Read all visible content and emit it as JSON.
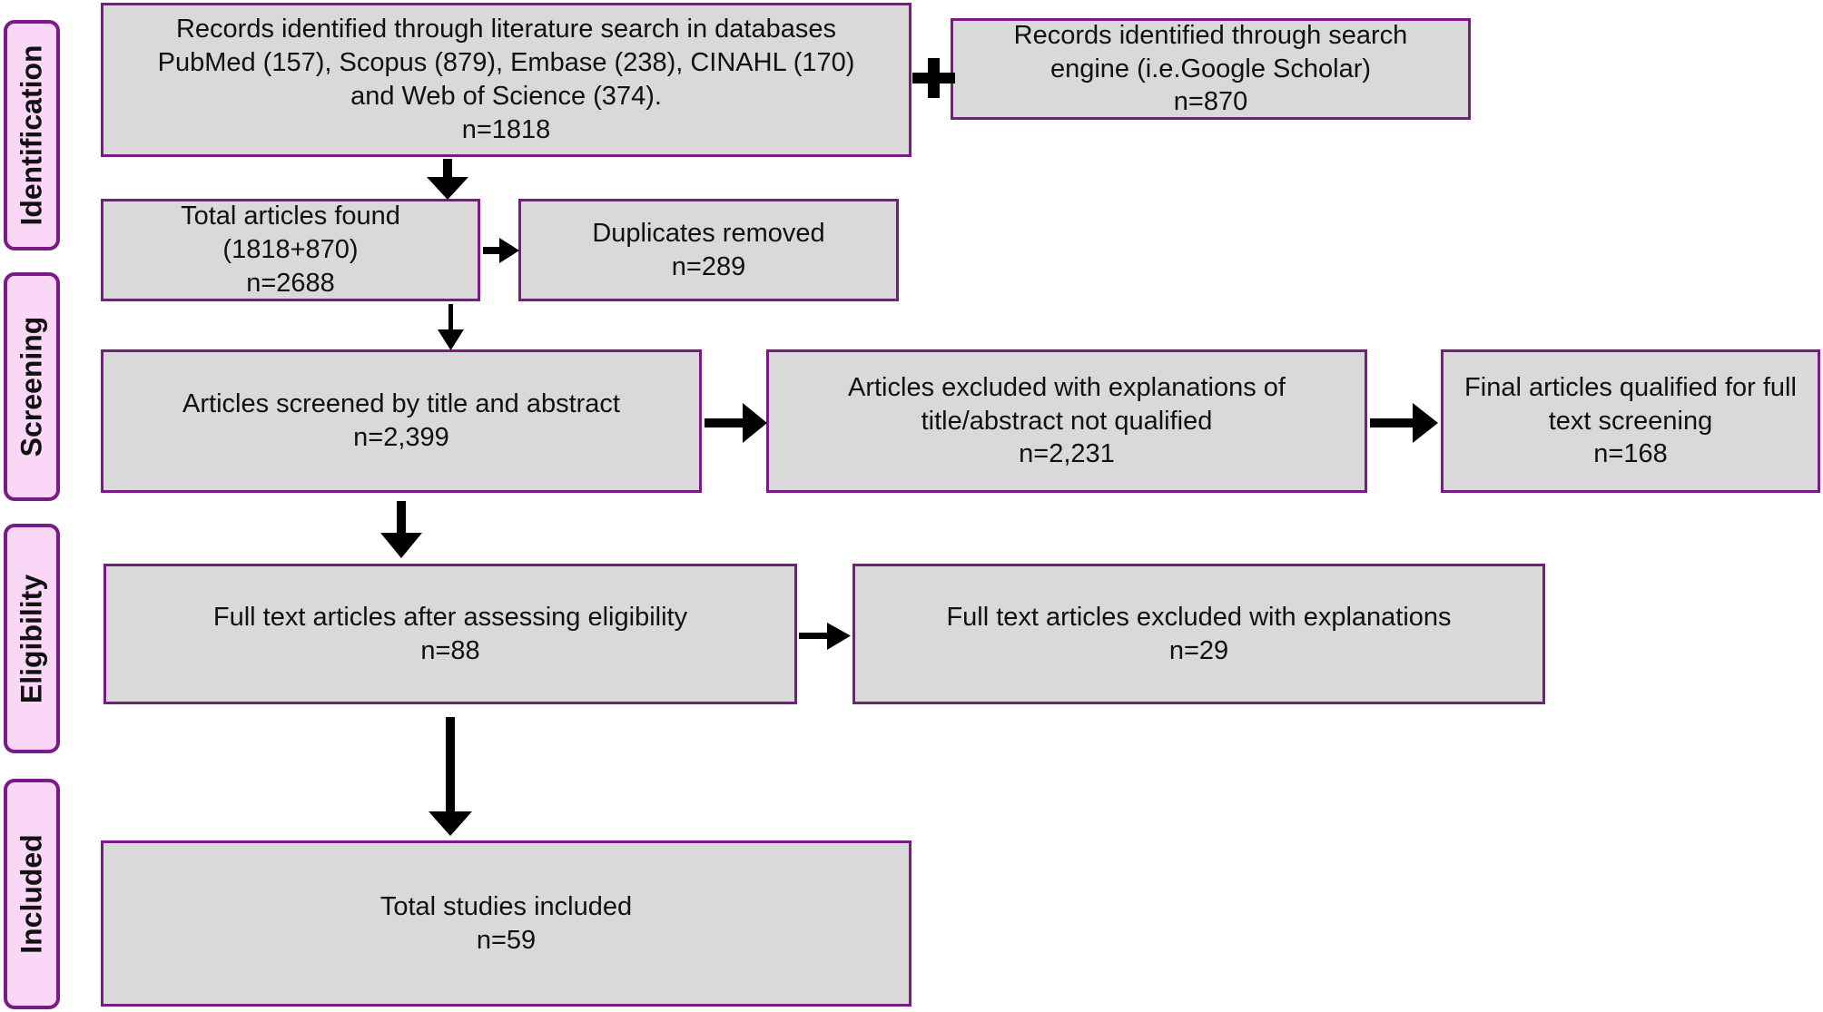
{
  "colors": {
    "phase_fill": "#fbd7f7",
    "border": "#7a1a86",
    "box_fill": "#d9d9d9",
    "arrow": "#000000"
  },
  "phases": {
    "identification": "Identification",
    "screening": "Screening",
    "eligibility": "Eligibility",
    "included": "Included"
  },
  "boxes": {
    "records_databases": "Records identified through literature  search in databases\nPubMed (157), Scopus (879), Embase (238), CINAHL (170)\nand Web of Science (374).\nn=1818",
    "records_search_engine": "Records identified through search\nengine (i.e.Google Scholar)\nn=870",
    "total_found": "Total articles found\n(1818+870)\nn=2688",
    "duplicates_removed": "Duplicates removed\nn=289",
    "screened": "Articles screened by title and abstract\nn=2,399",
    "excluded_title_abstract": "Articles excluded with  explanations of\ntitle/abstract not qualified\nn=2,231",
    "final_full_text": "Final articles qualified for full\ntext screening\nn=168",
    "full_text_after_eligibility": "Full text articles after assessing eligibility\nn=88",
    "full_text_excluded": "Full text articles excluded with  explanations\nn=29",
    "total_included": "Total studies included\nn=59"
  },
  "icons": {
    "plus": "plus-icon",
    "arrow": "arrow-icon"
  }
}
